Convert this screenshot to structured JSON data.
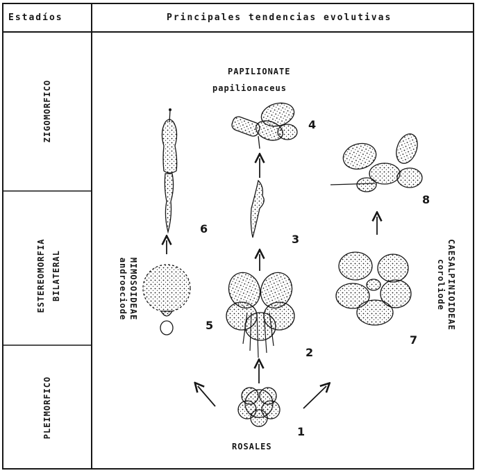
{
  "header": {
    "col1": "Estadíos",
    "col2": "Principales tendencias evolutivas"
  },
  "stages": [
    "ZIGOMORFICO",
    "ESTEREOMORFIA BILATERAL",
    "PLEIMORFICO"
  ],
  "groups": {
    "papilionate": [
      "PAPILIONATE",
      "papilionaceus"
    ],
    "mimosoideae": [
      "MIMOSOIDEAE",
      "androeciode"
    ],
    "caesalpinioideae": [
      "CAESALPINIOIDEAE",
      "coroliode"
    ],
    "rosales": "ROSALES"
  },
  "numbers": [
    "1",
    "2",
    "3",
    "4",
    "5",
    "6",
    "7",
    "8"
  ],
  "colors": {
    "ink": "#161616",
    "paper": "#ffffff"
  }
}
